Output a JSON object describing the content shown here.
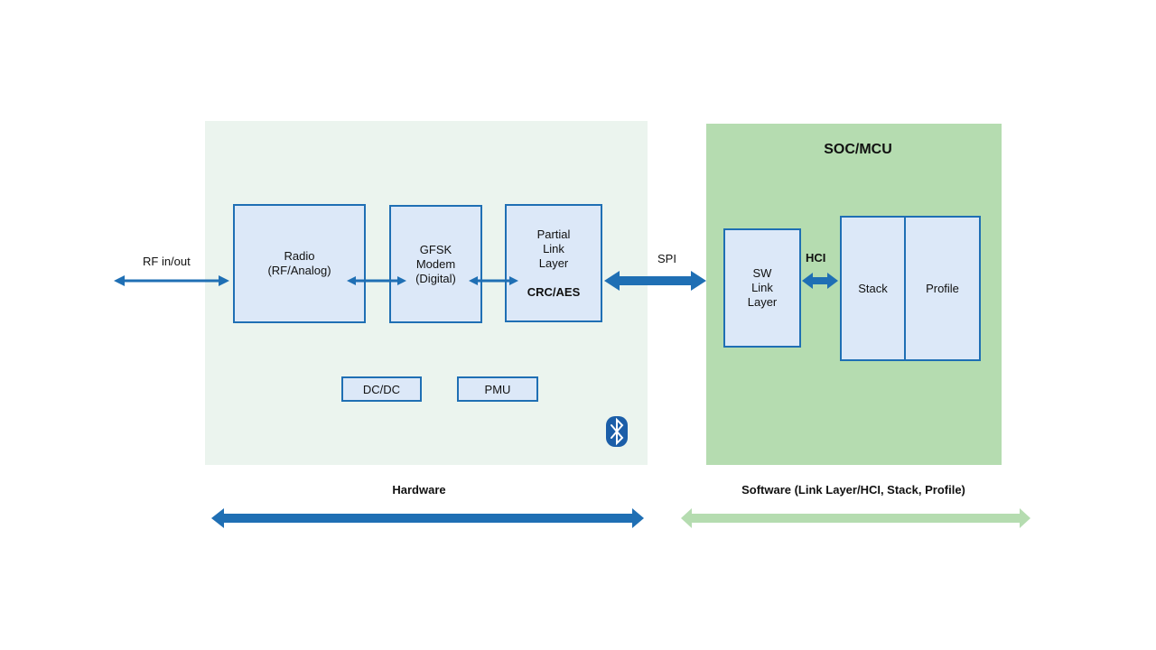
{
  "diagram": {
    "rf_label": "RF in/out",
    "spi_label": "SPI",
    "hci_label": "HCI",
    "soc_title": "SOC/MCU",
    "blocks": {
      "radio": [
        "Radio",
        "(RF/Analog)"
      ],
      "gfsk": [
        "GFSK",
        "Modem",
        "(Digital)"
      ],
      "partial_link": [
        "Partial",
        "Link",
        "Layer"
      ],
      "crc_aes": "CRC/AES",
      "sw_link": [
        "SW",
        "Link",
        "Layer"
      ],
      "stack": "Stack",
      "profile": "Profile",
      "dcdc": "DC/DC",
      "pmu": "PMU"
    },
    "hardware_label": "Hardware",
    "software_label": "Software (Link Layer/HCI, Stack, Profile)",
    "icons": {
      "bluetooth": "bluetooth-icon"
    },
    "colors": {
      "hw_panel": "#ebf4ee",
      "sw_panel": "#b5dcb0",
      "block_fill": "#dce8f8",
      "block_border": "#1f6fb4",
      "arrow_blue": "#1f6fb4",
      "arrow_green": "#b5dcb0",
      "bluetooth_bg": "#1b5ea8"
    }
  }
}
